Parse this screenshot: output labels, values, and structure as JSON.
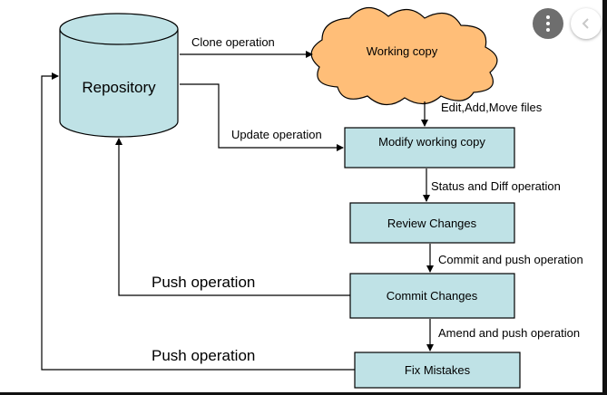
{
  "nodes": {
    "repository": "Repository",
    "working_copy": "Working copy",
    "modify": "Modify working copy",
    "review": "Review Changes",
    "commit": "Commit Changes",
    "fix": "Fix Mistakes"
  },
  "edges": {
    "clone": "Clone operation",
    "edit": "Edit,Add,Move files",
    "update": "Update operation",
    "status": "Status and Diff operation",
    "commit_push": "Commit and push operation",
    "amend_push": "Amend and push operation",
    "push_1": "Push operation",
    "push_2": "Push operation"
  },
  "colors": {
    "box_fill": "#bfe2e6",
    "cloud_fill": "#ffbe78",
    "line": "#000000"
  },
  "icons": {
    "more": "more-vertical-icon",
    "back": "chevron-left-icon"
  }
}
